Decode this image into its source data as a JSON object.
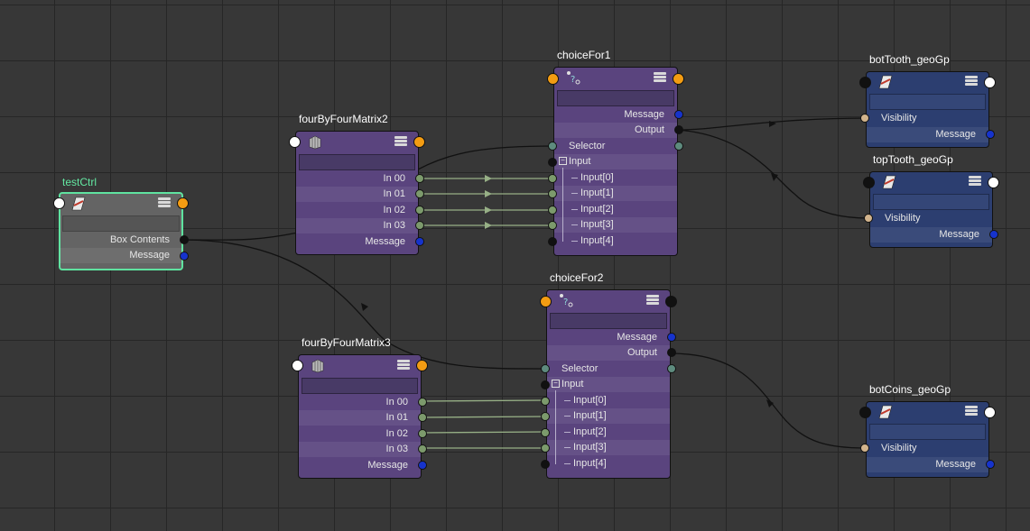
{
  "node_editor": {
    "nodes": {
      "testCtrl": {
        "title": "testCtrl",
        "ports": {
          "box_contents": "Box Contents",
          "message": "Message"
        }
      },
      "matrix2": {
        "title": "fourByFourMatrix2",
        "ports": {
          "in00": "In 00",
          "in01": "In 01",
          "in02": "In 02",
          "in03": "In 03",
          "message": "Message"
        }
      },
      "matrix3": {
        "title": "fourByFourMatrix3",
        "ports": {
          "in00": "In 00",
          "in01": "In 01",
          "in02": "In 02",
          "in03": "In 03",
          "message": "Message"
        }
      },
      "choice1": {
        "title": "choiceFor1",
        "ports": {
          "message": "Message",
          "output": "Output",
          "selector": "Selector",
          "input": "Input",
          "input0": "Input[0]",
          "input1": "Input[1]",
          "input2": "Input[2]",
          "input3": "Input[3]",
          "input4": "Input[4]"
        }
      },
      "choice2": {
        "title": "choiceFor2",
        "ports": {
          "message": "Message",
          "output": "Output",
          "selector": "Selector",
          "input": "Input",
          "input0": "Input[0]",
          "input1": "Input[1]",
          "input2": "Input[2]",
          "input3": "Input[3]",
          "input4": "Input[4]"
        }
      },
      "botTooth": {
        "title": "botTooth_geoGp",
        "ports": {
          "visibility": "Visibility",
          "message": "Message"
        }
      },
      "topTooth": {
        "title": "topTooth_geoGp",
        "ports": {
          "visibility": "Visibility",
          "message": "Message"
        }
      },
      "botCoins": {
        "title": "botCoins_geoGp",
        "ports": {
          "visibility": "Visibility",
          "message": "Message"
        }
      }
    },
    "colors": {
      "canvas": "#373737",
      "node_purple": "#5a447e",
      "node_blue": "#2c3e70",
      "node_gray": "#646464",
      "selected_outline": "#5fe3a0",
      "port_orange": "#f39c12",
      "port_blue": "#1633cc",
      "port_green": "#7c9a6c",
      "port_teal": "#5e8b7e",
      "port_tan": "#d2b48c",
      "wire_black": "#111111",
      "wire_green": "#97b086"
    },
    "icons": {
      "transform": "transform-node-icon",
      "matrix": "matrix-node-icon",
      "choice": "choice-node-icon",
      "attributes": "attribute-list-icon"
    }
  }
}
